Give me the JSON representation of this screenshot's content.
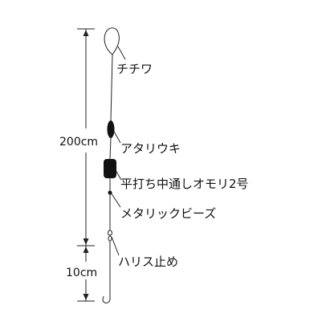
{
  "dimensions": {
    "upper": "200cm",
    "lower": "10cm"
  },
  "parts": {
    "loop": "チチワ",
    "float": "アタリウキ",
    "sinker": "平打ち中通しオモリ2号",
    "bead": "メタリックビーズ",
    "swivel": "ハリス止め"
  },
  "colors": {
    "line": "#222222",
    "fill": "#111111"
  }
}
